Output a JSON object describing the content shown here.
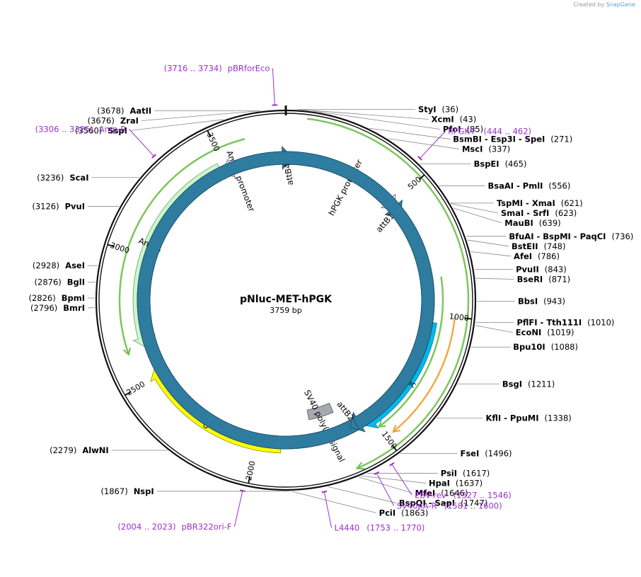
{
  "watermark": {
    "prefix": "Created by",
    "brand": "SnapGene"
  },
  "plasmid": {
    "name": "pNluc-MET-hPGK",
    "size_label": "3759 bp",
    "length": 3759
  },
  "ticks": [
    {
      "pos": 500,
      "label": "500"
    },
    {
      "pos": 1000,
      "label": "1000"
    },
    {
      "pos": 1500,
      "label": "1500"
    },
    {
      "pos": 2000,
      "label": "2000"
    },
    {
      "pos": 2500,
      "label": "2500"
    },
    {
      "pos": 3000,
      "label": "3000"
    },
    {
      "pos": 3500,
      "label": "3500"
    }
  ],
  "features": [
    {
      "name": "hPGK promoter",
      "kind": "promoter",
      "start": 60,
      "end": 525,
      "track": "inner",
      "color": "#ffffff",
      "stroke": "#555555"
    },
    {
      "name": "AmpR promoter",
      "kind": "promoter",
      "start": 3480,
      "end": 3600,
      "track": "inner",
      "color": "#ffffff",
      "stroke": "#555555"
    },
    {
      "name": "AmpR",
      "kind": "cds",
      "start": 2620,
      "end": 3480,
      "track": "inner",
      "color": "#ccf5cc",
      "stroke": "#6aa06a"
    },
    {
      "name": "Nluc",
      "kind": "cds",
      "start": 1030,
      "end": 1550,
      "track": "inner",
      "color": "#00b8ee",
      "stroke": "#1a7fa8"
    },
    {
      "name": "ori",
      "kind": "origin",
      "start": 1900,
      "end": 2540,
      "track": "inner",
      "color": "#ffff00",
      "stroke": "#8a8a00"
    },
    {
      "name": "SV40 poly(A) signal",
      "kind": "polyA",
      "start": 1640,
      "end": 1765,
      "track": "inner",
      "color": "#a7a9b2",
      "stroke": "#555555"
    },
    {
      "name": "attB4",
      "kind": "site",
      "start": 0,
      "end": 30,
      "track": "inner",
      "color": "#2e7da0",
      "stroke": "#1b4b61"
    },
    {
      "name": "attB1",
      "kind": "site",
      "start": 530,
      "end": 560,
      "track": "inner",
      "color": "#2e7da0",
      "stroke": "#1b4b61"
    },
    {
      "name": "attB2",
      "kind": "site",
      "start": 1570,
      "end": 1600,
      "track": "inner",
      "color": "#2e7da0",
      "stroke": "#1b4b61"
    }
  ],
  "orfs": [
    {
      "start": 70,
      "end": 1640,
      "direction": 1,
      "r": 258,
      "color": "#6fc04a"
    },
    {
      "start": 2620,
      "end": 3610,
      "direction": -1,
      "r": 235,
      "color": "#6fc04a"
    },
    {
      "start": 850,
      "end": 1500,
      "direction": 1,
      "r": 222,
      "color": "#6fc04a"
    },
    {
      "start": 1000,
      "end": 1470,
      "direction": 1,
      "r": 240,
      "color": "#f0a030"
    }
  ],
  "enzymes": [
    {
      "name": "StyI",
      "pos": 36,
      "label_pos": "(36)",
      "side": "right"
    },
    {
      "name": "XcmI",
      "pos": 43,
      "label_pos": "(43)",
      "side": "right"
    },
    {
      "name": "PfoI",
      "pos": 85,
      "label_pos": "(85)",
      "side": "right"
    },
    {
      "name": "BsmBI - Esp3I - SpeI",
      "pos": 271,
      "label_pos": "(271)",
      "side": "right"
    },
    {
      "name": "MscI",
      "pos": 337,
      "label_pos": "(337)",
      "side": "right"
    },
    {
      "name": "BspEI",
      "pos": 465,
      "label_pos": "(465)",
      "side": "right"
    },
    {
      "name": "BsaAI - PmlI",
      "pos": 556,
      "label_pos": "(556)",
      "side": "right"
    },
    {
      "name": "TspMI - XmaI",
      "pos": 621,
      "label_pos": "(621)",
      "side": "right"
    },
    {
      "name": "SmaI - SrfI",
      "pos": 623,
      "label_pos": "(623)",
      "side": "right"
    },
    {
      "name": "MauBI",
      "pos": 639,
      "label_pos": "(639)",
      "side": "right"
    },
    {
      "name": "BfuAI - BspMI - PaqCI",
      "pos": 736,
      "label_pos": "(736)",
      "side": "right"
    },
    {
      "name": "BstEII",
      "pos": 748,
      "label_pos": "(748)",
      "side": "right"
    },
    {
      "name": "AfeI",
      "pos": 786,
      "label_pos": "(786)",
      "side": "right"
    },
    {
      "name": "PvuII",
      "pos": 843,
      "label_pos": "(843)",
      "side": "right"
    },
    {
      "name": "BseRI",
      "pos": 871,
      "label_pos": "(871)",
      "side": "right"
    },
    {
      "name": "BbsI",
      "pos": 943,
      "label_pos": "(943)",
      "side": "right"
    },
    {
      "name": "PflFI - Tth111I",
      "pos": 1010,
      "label_pos": "(1010)",
      "side": "right"
    },
    {
      "name": "EcoNI",
      "pos": 1019,
      "label_pos": "(1019)",
      "side": "right"
    },
    {
      "name": "Bpu10I",
      "pos": 1088,
      "label_pos": "(1088)",
      "side": "right"
    },
    {
      "name": "BsgI",
      "pos": 1211,
      "label_pos": "(1211)",
      "side": "right"
    },
    {
      "name": "KflI - PpuMI",
      "pos": 1338,
      "label_pos": "(1338)",
      "side": "right"
    },
    {
      "name": "FseI",
      "pos": 1496,
      "label_pos": "(1496)",
      "side": "right"
    },
    {
      "name": "PsiI",
      "pos": 1617,
      "label_pos": "(1617)",
      "side": "right"
    },
    {
      "name": "HpaI",
      "pos": 1637,
      "label_pos": "(1637)",
      "side": "right"
    },
    {
      "name": "MfeI",
      "pos": 1646,
      "label_pos": "(1646)",
      "side": "right"
    },
    {
      "name": "BspQI - SapI",
      "pos": 1747,
      "label_pos": "(1747)",
      "side": "right"
    },
    {
      "name": "PciI",
      "pos": 1863,
      "label_pos": "(1863)",
      "side": "right"
    },
    {
      "name": "NspI",
      "pos": 1867,
      "label_pos": "(1867)",
      "side": "left"
    },
    {
      "name": "AlwNI",
      "pos": 2279,
      "label_pos": "(2279)",
      "side": "left"
    },
    {
      "name": "BmrI",
      "pos": 2796,
      "label_pos": "(2796)",
      "side": "left"
    },
    {
      "name": "BpmI",
      "pos": 2826,
      "label_pos": "(2826)",
      "side": "left"
    },
    {
      "name": "BglI",
      "pos": 2876,
      "label_pos": "(2876)",
      "side": "left"
    },
    {
      "name": "AseI",
      "pos": 2928,
      "label_pos": "(2928)",
      "side": "left"
    },
    {
      "name": "PvuI",
      "pos": 3126,
      "label_pos": "(3126)",
      "side": "left"
    },
    {
      "name": "ScaI",
      "pos": 3236,
      "label_pos": "(3236)",
      "side": "left"
    },
    {
      "name": "SspI",
      "pos": 3560,
      "label_pos": "(3560)",
      "side": "left"
    },
    {
      "name": "ZraI",
      "pos": 3676,
      "label_pos": "(3676)",
      "side": "left"
    },
    {
      "name": "AatII",
      "pos": 3678,
      "label_pos": "(3678)",
      "side": "left"
    }
  ],
  "primers": [
    {
      "name": "pBRforEco",
      "range": "(3716 .. 3734)",
      "pos": 3725,
      "side": "left"
    },
    {
      "name": "Amp-R",
      "range": "(3306 .. 3325)",
      "pos": 3315,
      "side": "left"
    },
    {
      "name": "hPGK-F",
      "range": "(444 .. 462)",
      "pos": 453,
      "side": "right"
    },
    {
      "name": "EBV-rev",
      "range": "(1527 .. 1546)",
      "pos": 1536,
      "side": "right"
    },
    {
      "name": "SV40pA-R",
      "range": "(1581 .. 1600)",
      "pos": 1590,
      "side": "right"
    },
    {
      "name": "L4440",
      "range": "(1753 .. 1770)",
      "pos": 1761,
      "side": "right"
    },
    {
      "name": "pBR322ori-F",
      "range": "(2004 .. 2023)",
      "pos": 2013,
      "side": "left"
    }
  ]
}
